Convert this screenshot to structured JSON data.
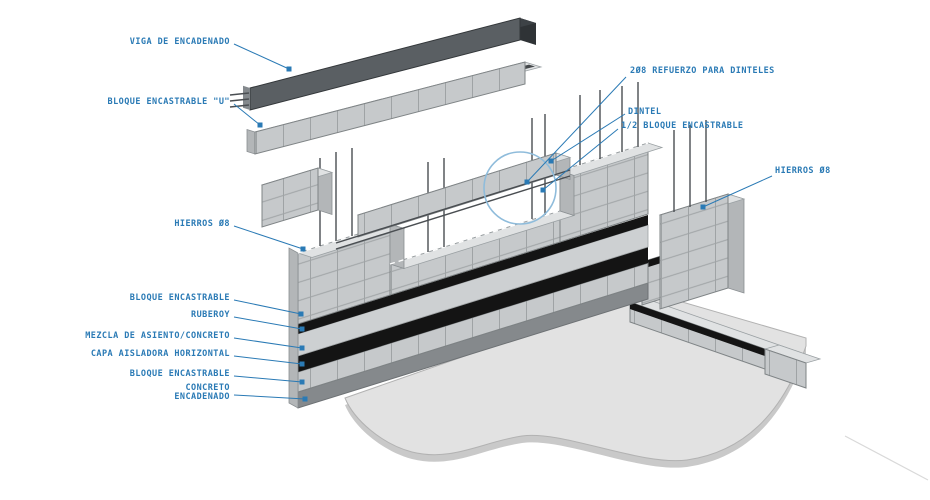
{
  "colors": {
    "accent": "#2a7ab5",
    "highlight_circle": "#8fbcdb",
    "membrane_black": "#141414",
    "block_gray": "#c6c9cb",
    "beam_dark": "#3d4246",
    "slab_gray": "#e2e2e2"
  },
  "labels": {
    "viga_de_encadenado": "VIGA DE ENCADENADO",
    "bloque_encastrable_u": "BLOQUE ENCASTRABLE \"U\"",
    "refuerzo_dinteles": "2Ø8 REFUERZO PARA DINTELES",
    "dintel": "DINTEL",
    "medio_bloque_encastrable": "1/2 BLOQUE ENCASTRABLE",
    "hierros_o8_derecha": "HIERROS Ø8",
    "hierros_o8_izquierda": "HIERROS Ø8",
    "bloque_encastrable_superior": "BLOQUE ENCASTRABLE",
    "ruberoy": "RUBEROY",
    "mezcla_de_asiento": "MEZCLA DE ASIENTO/CONCRETO",
    "capa_aisladora": "CAPA AISLADORA HORIZONTAL",
    "bloque_encastrable_inferior": "BLOQUE ENCASTRABLE",
    "concreto_encadenado_linea1": "CONCRETO",
    "concreto_encadenado_linea2": "ENCADENADO"
  }
}
